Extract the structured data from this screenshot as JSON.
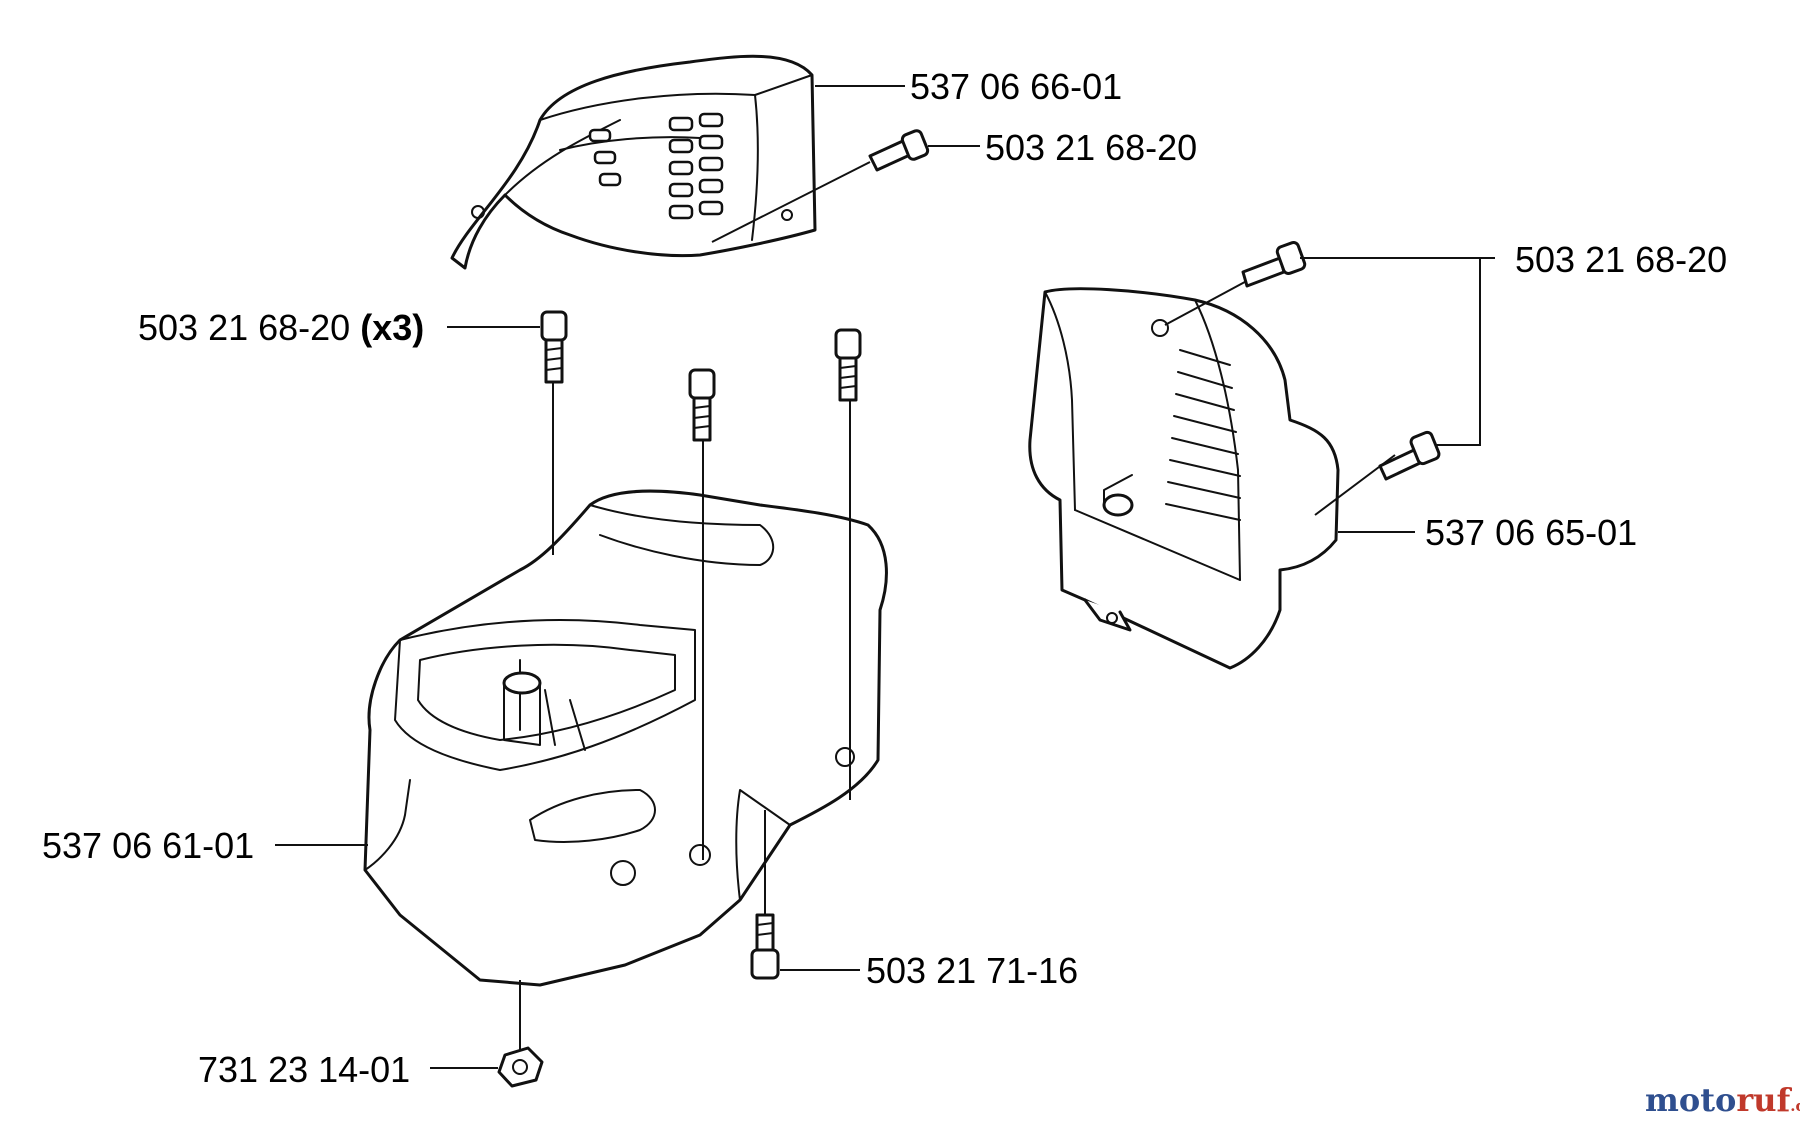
{
  "labels": {
    "top_cover": "537 06 66-01",
    "top_cover_screw": "503 21 68-20",
    "right_cover_screws": "503 21 68-20",
    "right_cover": "537 06 65-01",
    "left_screws": "503 21 68-20",
    "left_screws_qty": "(x3)",
    "main_housing": "537 06 61-01",
    "bottom_screw": "503 21 71-16",
    "nut": "731 23 14-01"
  },
  "watermark": {
    "brand": "motoruf",
    "suffix": ".de",
    "colors": {
      "m": "#2f4f8f",
      "o1": "#2f4f8f",
      "t": "#2f4f8f",
      "o2": "#2f4f8f",
      "r": "#c0392b",
      "u": "#c0392b",
      "f": "#c0392b"
    }
  }
}
